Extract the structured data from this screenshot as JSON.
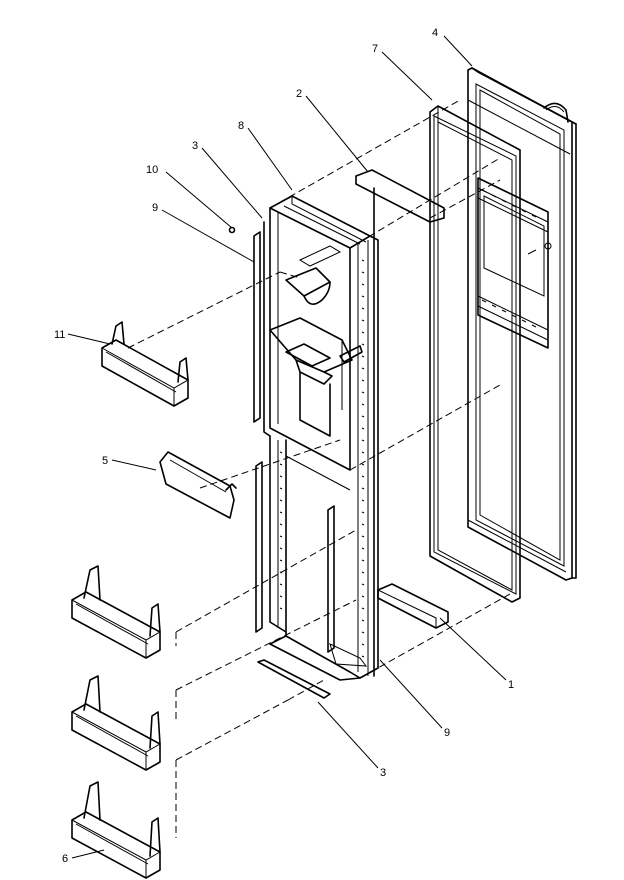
{
  "diagram": {
    "callouts": {
      "c1": "1",
      "c2": "2",
      "c3_top": "3",
      "c3_bottom": "3",
      "c4": "4",
      "c5": "5",
      "c6": "6",
      "c7": "7",
      "c8": "8",
      "c9_left": "9",
      "c9_right": "9",
      "c10": "10",
      "c11": "11"
    },
    "parts": [
      "outer-door-panel",
      "door-gasket",
      "door-liner",
      "breaker-strip",
      "trim-strips",
      "door-shelf-bins",
      "dispenser-cavity",
      "bottom-channel"
    ]
  }
}
